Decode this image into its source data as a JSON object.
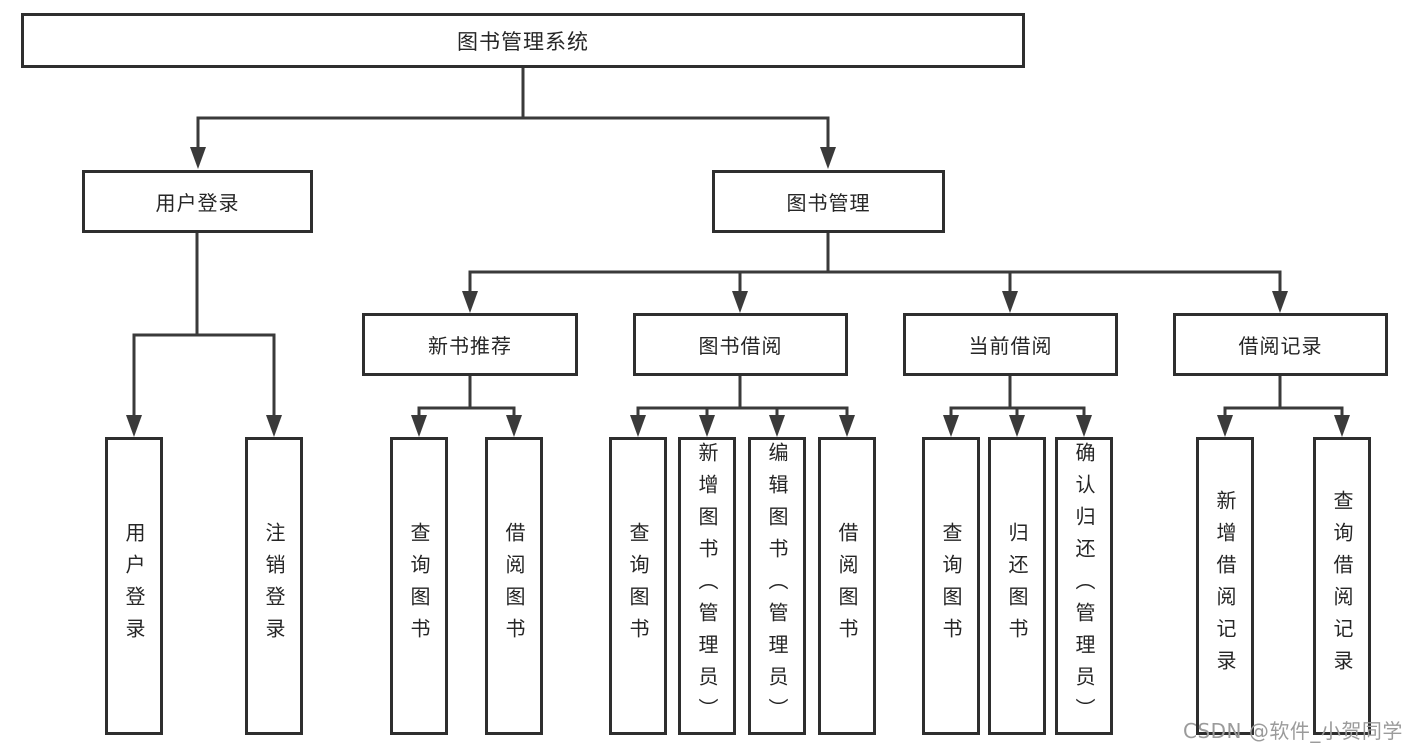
{
  "diagram": {
    "root": {
      "label": "图书管理系统"
    },
    "branches": [
      {
        "label": "用户登录",
        "children": [
          "用户登录",
          "注销登录"
        ]
      },
      {
        "label": "图书管理",
        "groups": [
          {
            "label": "新书推荐",
            "children": [
              "查询图书",
              "借阅图书"
            ]
          },
          {
            "label": "图书借阅",
            "children": [
              "查询图书",
              "新增图书（管理员）",
              "编辑图书（管理员）",
              "借阅图书"
            ]
          },
          {
            "label": "当前借阅",
            "children": [
              "查询图书",
              "归还图书",
              "确认归还（管理员）"
            ]
          },
          {
            "label": "借阅记录",
            "children": [
              "新增借阅记录",
              "查询借阅记录"
            ]
          }
        ]
      }
    ]
  },
  "watermark": {
    "text": "CSDN @软件_小贺同学"
  },
  "colors": {
    "line": "#3a3a3a",
    "box_border": "#2e2e2e",
    "box_fill": "#ffffff",
    "text": "#262626",
    "watermark": "#9b9b9b",
    "background": "#ffffff"
  }
}
